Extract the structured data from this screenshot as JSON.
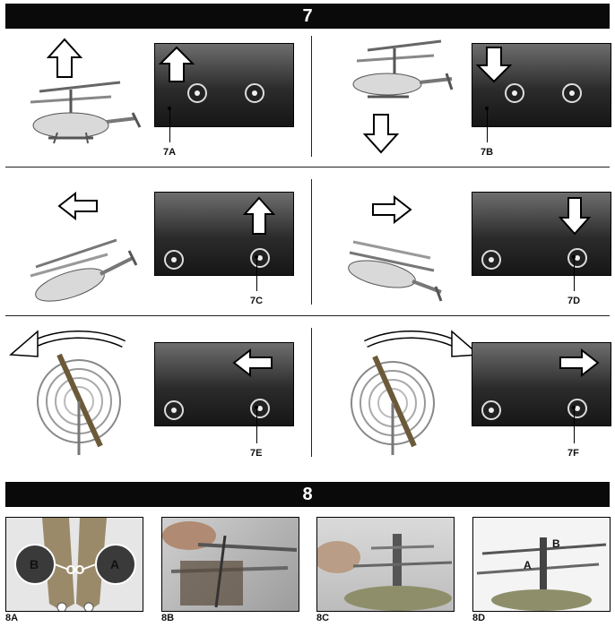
{
  "section7": {
    "number": "7"
  },
  "section8": {
    "number": "8"
  },
  "panels7": [
    {
      "label": "7A",
      "arrow": "up"
    },
    {
      "label": "7B",
      "arrow": "down"
    },
    {
      "label": "7C",
      "arrow": "up"
    },
    {
      "label": "7D",
      "arrow": "down"
    },
    {
      "label": "7E",
      "arrow": "left"
    },
    {
      "label": "7F",
      "arrow": "right"
    }
  ],
  "panels8": [
    {
      "label": "8A",
      "marks": [
        "B",
        "A"
      ]
    },
    {
      "label": "8B"
    },
    {
      "label": "8C"
    },
    {
      "label": "8D",
      "marks": [
        "B",
        "A"
      ]
    }
  ]
}
